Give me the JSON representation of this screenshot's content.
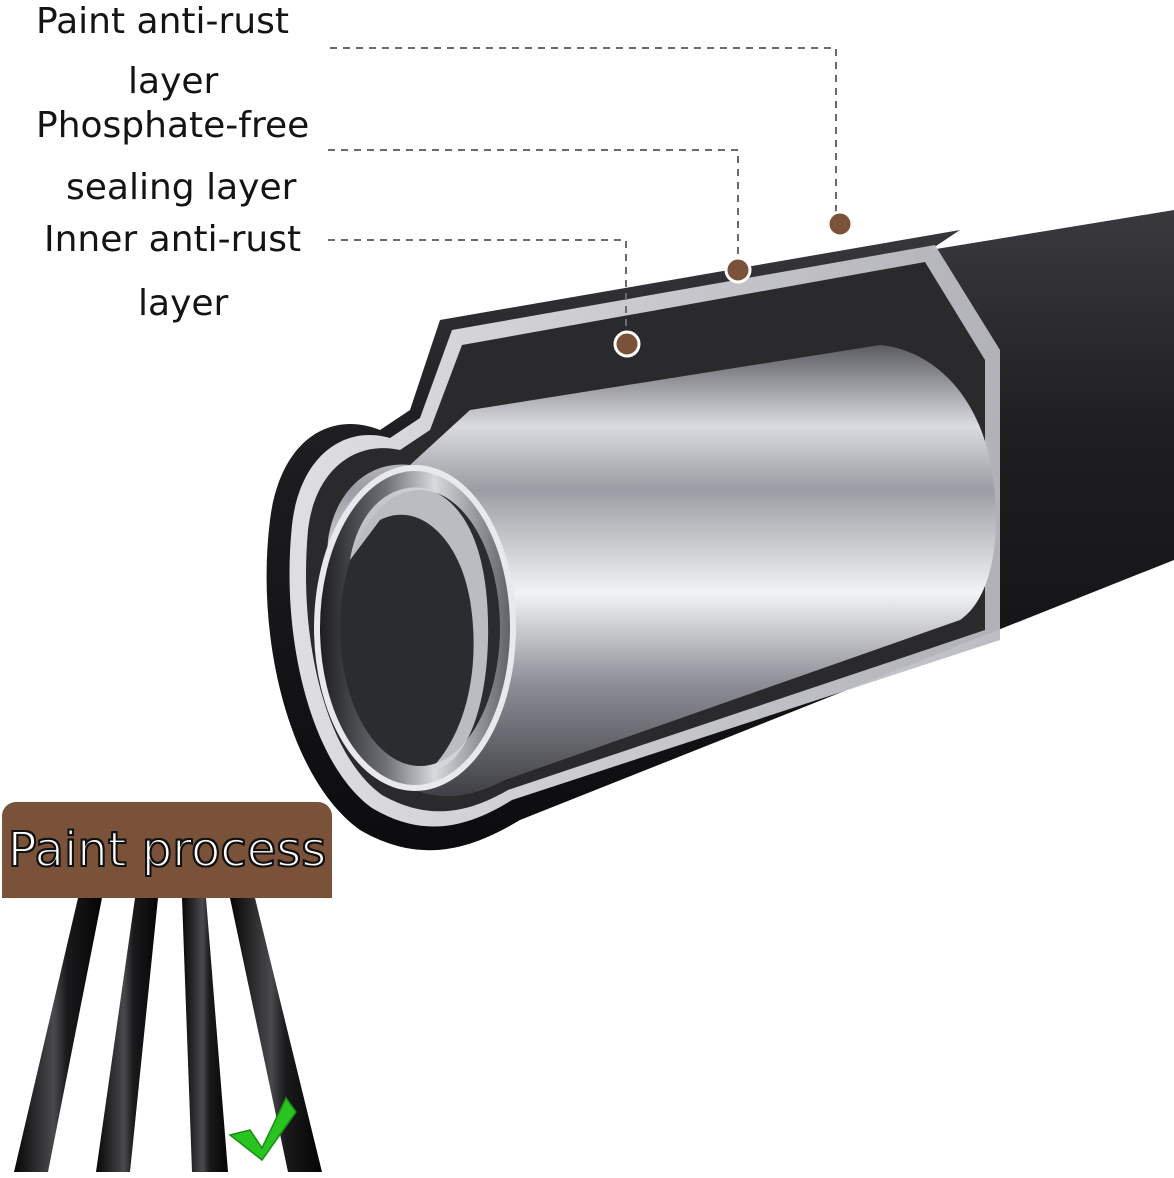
{
  "callouts": [
    {
      "line1": "Paint anti-rust",
      "line2": "layer"
    },
    {
      "line1": "Phosphate-free",
      "line2": "sealing layer"
    },
    {
      "line1": "Inner anti-rust",
      "line2": "layer"
    }
  ],
  "badge": {
    "label": "Paint process"
  },
  "colors": {
    "badge_background": "#7a5139",
    "callout_dot": "#7a5139",
    "tube_outer": "#1c1c1e",
    "tube_metal": "#b9bcc2",
    "check_mark": "#29c41f"
  },
  "icons": {
    "check": "check-icon"
  }
}
